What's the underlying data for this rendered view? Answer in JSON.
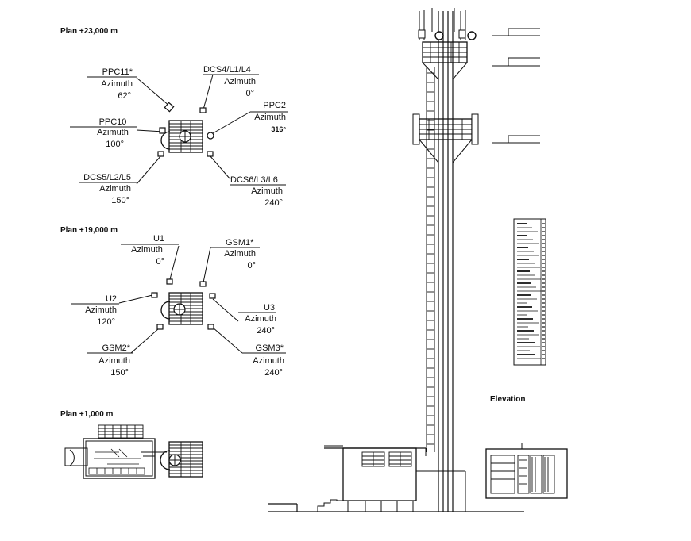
{
  "plans": [
    {
      "title": "Plan +23,000 m",
      "antennas": [
        {
          "name": "PPC11*",
          "azimuth_label": "Azimuth",
          "azimuth": "62°"
        },
        {
          "name": "DCS4/L1/L4",
          "azimuth_label": "Azimuth",
          "azimuth": "0°"
        },
        {
          "name": "PPC2",
          "azimuth_label": "Azimuth",
          "azimuth": "316°"
        },
        {
          "name": "PPC10",
          "azimuth_label": "Azimuth",
          "azimuth": "100°"
        },
        {
          "name": "DCS5/L2/L5",
          "azimuth_label": "Azimuth",
          "azimuth": "150°"
        },
        {
          "name": "DCS6/L3/L6",
          "azimuth_label": "Azimuth",
          "azimuth": "240°"
        }
      ]
    },
    {
      "title": "Plan +19,000 m",
      "antennas": [
        {
          "name": "U1",
          "azimuth_label": "Azimuth",
          "azimuth": "0°"
        },
        {
          "name": "GSM1*",
          "azimuth_label": "Azimuth",
          "azimuth": "0°"
        },
        {
          "name": "U2",
          "azimuth_label": "Azimuth",
          "azimuth": "120°"
        },
        {
          "name": "U3",
          "azimuth_label": "Azimuth",
          "azimuth": "240°"
        },
        {
          "name": "GSM2*",
          "azimuth_label": "Azimuth",
          "azimuth": "150°"
        },
        {
          "name": "GSM3*",
          "azimuth_label": "Azimuth",
          "azimuth": "240°"
        }
      ]
    },
    {
      "title": "Plan +1,000 m",
      "antennas": []
    }
  ],
  "elevation": {
    "title": "Elevation"
  },
  "colors": {
    "line": "#111111",
    "background": "#ffffff"
  }
}
